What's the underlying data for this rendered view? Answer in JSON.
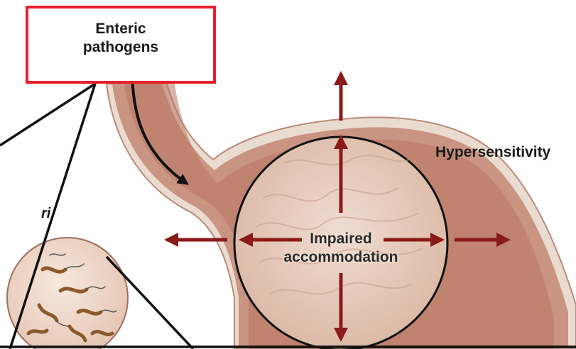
{
  "labels": {
    "pathogen": "Enteric\npathogens",
    "hypersensitivity": "Hypersensitivity",
    "impaired": "Impaired\naccommodation",
    "pylori_fragment": "ri"
  },
  "colors": {
    "box_border": "#e8202a",
    "arrow": "#8b1a1a",
    "stomach_fill": "#c99482",
    "stomach_dark": "#a8644f",
    "circle_fill": "#ead3c6"
  }
}
